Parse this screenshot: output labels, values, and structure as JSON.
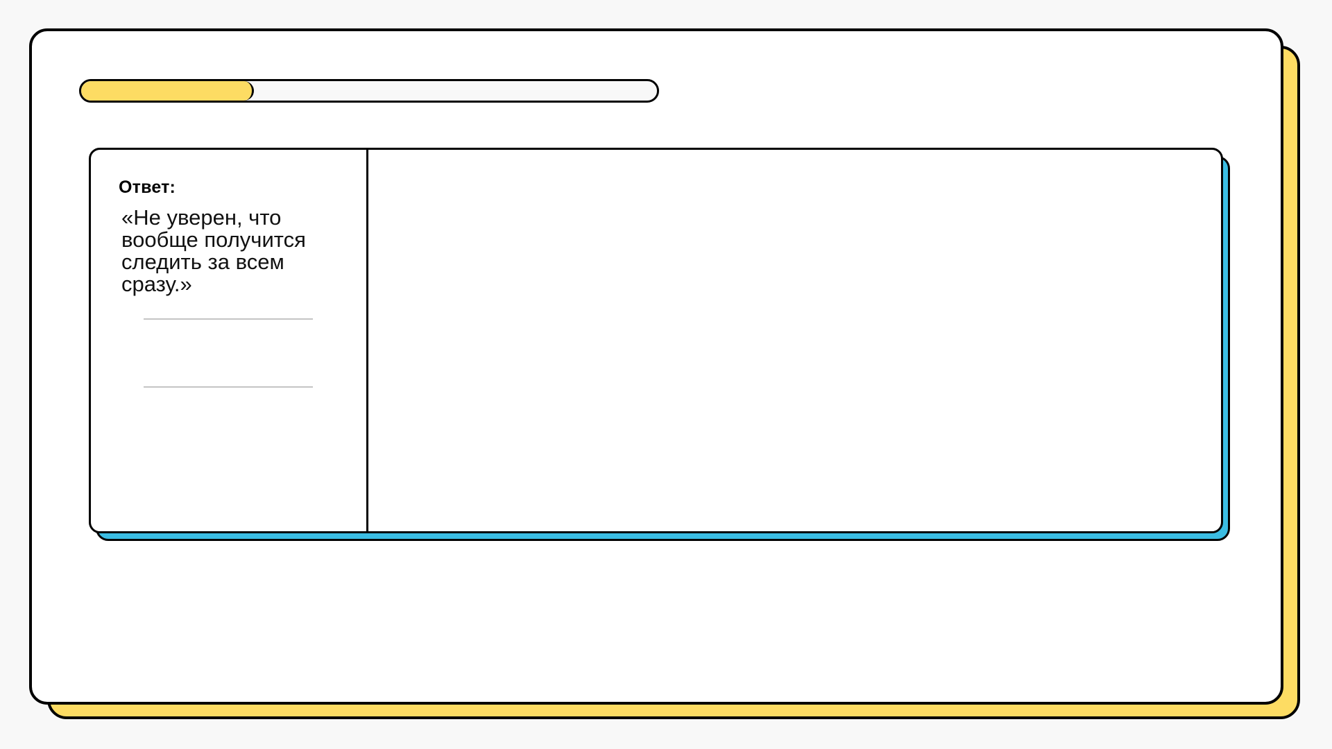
{
  "progress": {
    "value_percent": 30,
    "fill_color": "#fddc63",
    "track_color": "#f8f8f8"
  },
  "colors": {
    "background": "#f8f8f8",
    "panel": "#ffffff",
    "panel_shadow": "#fddc63",
    "card_shadow": "#3bbde3",
    "border": "#000000"
  },
  "card": {
    "answer_label": "Ответ:",
    "answer_text": "«Не уверен, что вообще получится следить за всем сразу.»"
  }
}
